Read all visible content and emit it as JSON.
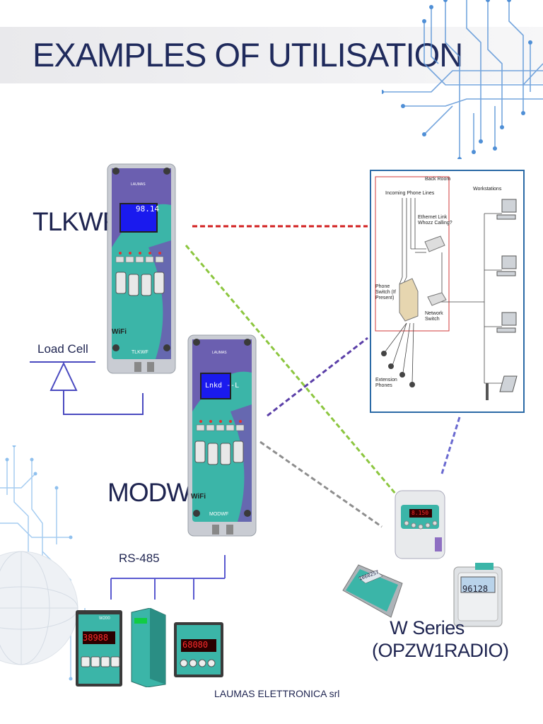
{
  "title": "EXAMPLES OF UTILISATION",
  "devices": {
    "tlkwf": {
      "label": "TLKWF",
      "brand": "LAUMAS",
      "display": "98.14",
      "wifi": "WiFi",
      "model_label": "TLKWF"
    },
    "modwf": {
      "label": "MODWF",
      "brand": "LAUMAS",
      "display": "Lnkd --L",
      "wifi": "WiFi",
      "model_label": "MODWF"
    }
  },
  "labels": {
    "load_cell": "Load Cell",
    "rs485": "RS-485",
    "w_series": "W Series",
    "opzw1radio": "(OPZW1RADIO)"
  },
  "network": {
    "back_room": "Back Room",
    "incoming": "Incoming Phone Lines",
    "ethernet": "Ethernet Link Whozz Calling?",
    "workstations": "Workstations",
    "phone_switch": "Phone Switch (If Present)",
    "network_switch": "Network Switch",
    "extension": "Extension Phones"
  },
  "indicators": {
    "w200": "38988",
    "w200_label": "W200",
    "w100": "68080",
    "w_series_1": "8.150",
    "w_series_2": "1060257",
    "w_series_3": "96128"
  },
  "footer": "LAUMAS ELETTRONICA srl",
  "colors": {
    "title": "#1f2a5c",
    "device_teal": "#3bb5a8",
    "device_purple": "#6b5fb0",
    "line_red": "#d22020",
    "line_green": "#8cc63f",
    "line_purple": "#5b3fa8",
    "line_gray": "#8e8e8e",
    "line_blue": "#6a6ad0",
    "panel_border": "#2b6aa6",
    "circuit_blue": "#4f8fd6"
  }
}
